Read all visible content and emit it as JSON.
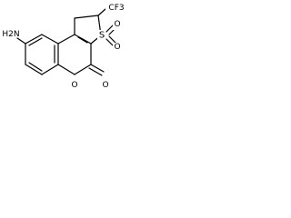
{
  "diagram": {
    "atom_labels": {
      "amino": "H2N",
      "trifluoromethyl": "CF3",
      "sulfur": "S",
      "sulfonyl_oxygen_top": "O",
      "sulfonyl_oxygen_bottom": "O",
      "ring_oxygen": "O",
      "carbonyl_oxygen": "O"
    }
  }
}
